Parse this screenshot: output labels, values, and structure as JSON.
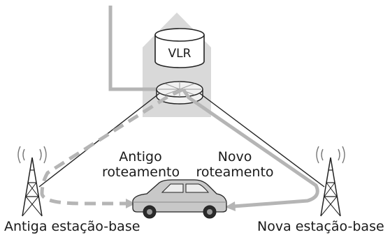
{
  "labels": {
    "vlr": "VLR",
    "old_route_line1": "Antigo",
    "old_route_line2": "roteamento",
    "new_route_line1": "Novo",
    "new_route_line2": "roteamento",
    "old_station": "Antiga estação-base",
    "new_station": "Nova estação-base"
  },
  "colors": {
    "building_fill": "#d9d9d9",
    "route_gray": "#b5b5b5",
    "line_dark": "#222222",
    "car_fill": "#c8c8c8"
  },
  "icons": [
    "building-icon",
    "database-cylinder-icon",
    "router-disk-icon",
    "radio-tower-icon",
    "car-icon"
  ]
}
